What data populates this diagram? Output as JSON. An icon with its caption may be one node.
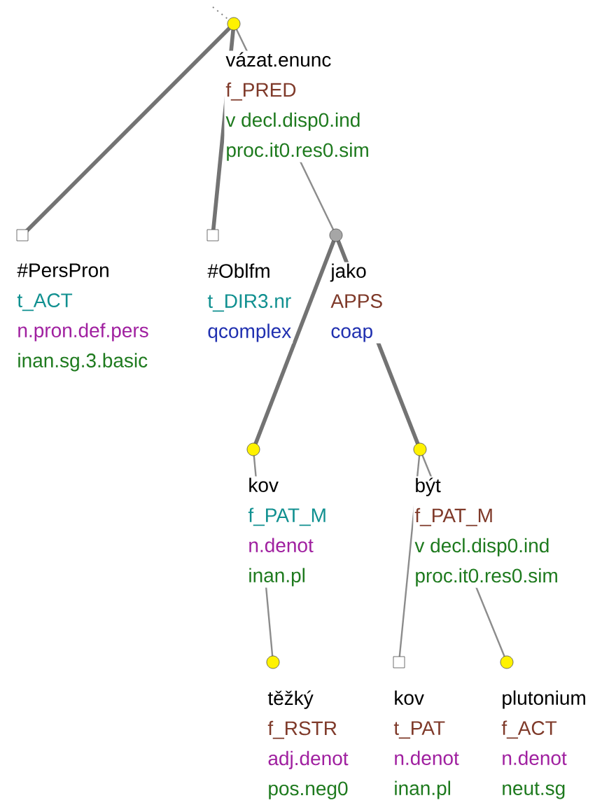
{
  "diagram": {
    "nodes": [
      {
        "text": [
          "vázat.enunc",
          "f_PRED",
          "v decl.disp0.ind",
          "proc.it0.res0.sim"
        ]
      },
      {
        "text": [
          "#PersPron",
          "t_ACT",
          "n.pron.def.pers",
          "inan.sg.3.basic"
        ]
      },
      {
        "text": [
          "#Oblfm",
          "t_DIR3.nr",
          "qcomplex"
        ]
      },
      {
        "text": [
          "jako",
          "APPS",
          "coap"
        ]
      },
      {
        "text": [
          "kov",
          "f_PAT_M",
          "n.denot",
          "inan.pl"
        ]
      },
      {
        "text": [
          "být",
          "f_PAT_M",
          "v decl.disp0.ind",
          "proc.it0.res0.sim"
        ]
      },
      {
        "text": [
          "těžký",
          "f_RSTR",
          "adj.denot",
          "pos.neg0"
        ]
      },
      {
        "text": [
          "kov",
          "t_PAT",
          "n.denot",
          "inan.pl"
        ]
      },
      {
        "text": [
          "plutonium",
          "f_ACT",
          "n.denot",
          "neut.sg"
        ]
      }
    ],
    "edges": [
      {
        "from": null,
        "to": 0,
        "arrow": "none",
        "style": "dashed"
      },
      {
        "from": 0,
        "to": 1,
        "arrow": "none",
        "style": "thick"
      },
      {
        "from": 0,
        "to": 2,
        "arrow": "none",
        "style": "thick"
      },
      {
        "from": 0,
        "to": 3,
        "arrow": "none"
      },
      {
        "from": 3,
        "to": 4,
        "arrow": "none",
        "style": "thick"
      },
      {
        "from": 3,
        "to": 5,
        "arrow": "none",
        "style": "thick"
      },
      {
        "from": 4,
        "to": 6,
        "arrow": "none"
      },
      {
        "from": 5,
        "to": 7,
        "arrow": "none"
      },
      {
        "from": 5,
        "to": 8,
        "arrow": "none"
      }
    ]
  }
}
